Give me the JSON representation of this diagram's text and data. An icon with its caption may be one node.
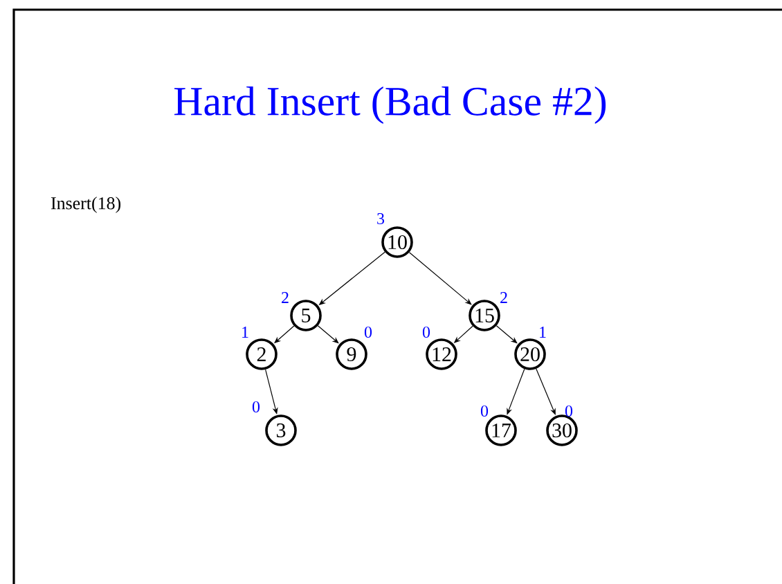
{
  "diagram": {
    "title": "Hard Insert (Bad Case #2)",
    "nodes": [
      {
        "text": [
          "10"
        ],
        "beside": [
          "3"
        ]
      },
      {
        "text": [
          "5"
        ],
        "beside": [
          "2"
        ]
      },
      {
        "text": [
          "15"
        ],
        "beside": [
          "2"
        ]
      },
      {
        "text": [
          "2"
        ],
        "beside": [
          "1"
        ]
      },
      {
        "text": [
          "9"
        ],
        "beside": [
          "0"
        ]
      },
      {
        "text": [
          "12"
        ],
        "beside": [
          "0"
        ]
      },
      {
        "text": [
          "20"
        ],
        "beside": [
          "1"
        ]
      },
      {
        "text": [
          "3"
        ],
        "beside": [
          "0"
        ]
      },
      {
        "text": [
          "17"
        ],
        "beside": [
          "0"
        ]
      },
      {
        "text": [
          "30"
        ],
        "beside": [
          "0"
        ]
      }
    ],
    "edges": [
      {
        "from": 0,
        "to": 1,
        "arrow": "to"
      },
      {
        "from": 0,
        "to": 2,
        "arrow": "to"
      },
      {
        "from": 1,
        "to": 3,
        "arrow": "to"
      },
      {
        "from": 1,
        "to": 4,
        "arrow": "to"
      },
      {
        "from": 2,
        "to": 5,
        "arrow": "to"
      },
      {
        "from": 2,
        "to": 6,
        "arrow": "to"
      },
      {
        "from": 3,
        "to": 7,
        "arrow": "to"
      },
      {
        "from": 6,
        "to": 8,
        "arrow": "to"
      },
      {
        "from": 6,
        "to": 9,
        "arrow": "to"
      }
    ],
    "labels": [
      "Insert(18)"
    ]
  }
}
